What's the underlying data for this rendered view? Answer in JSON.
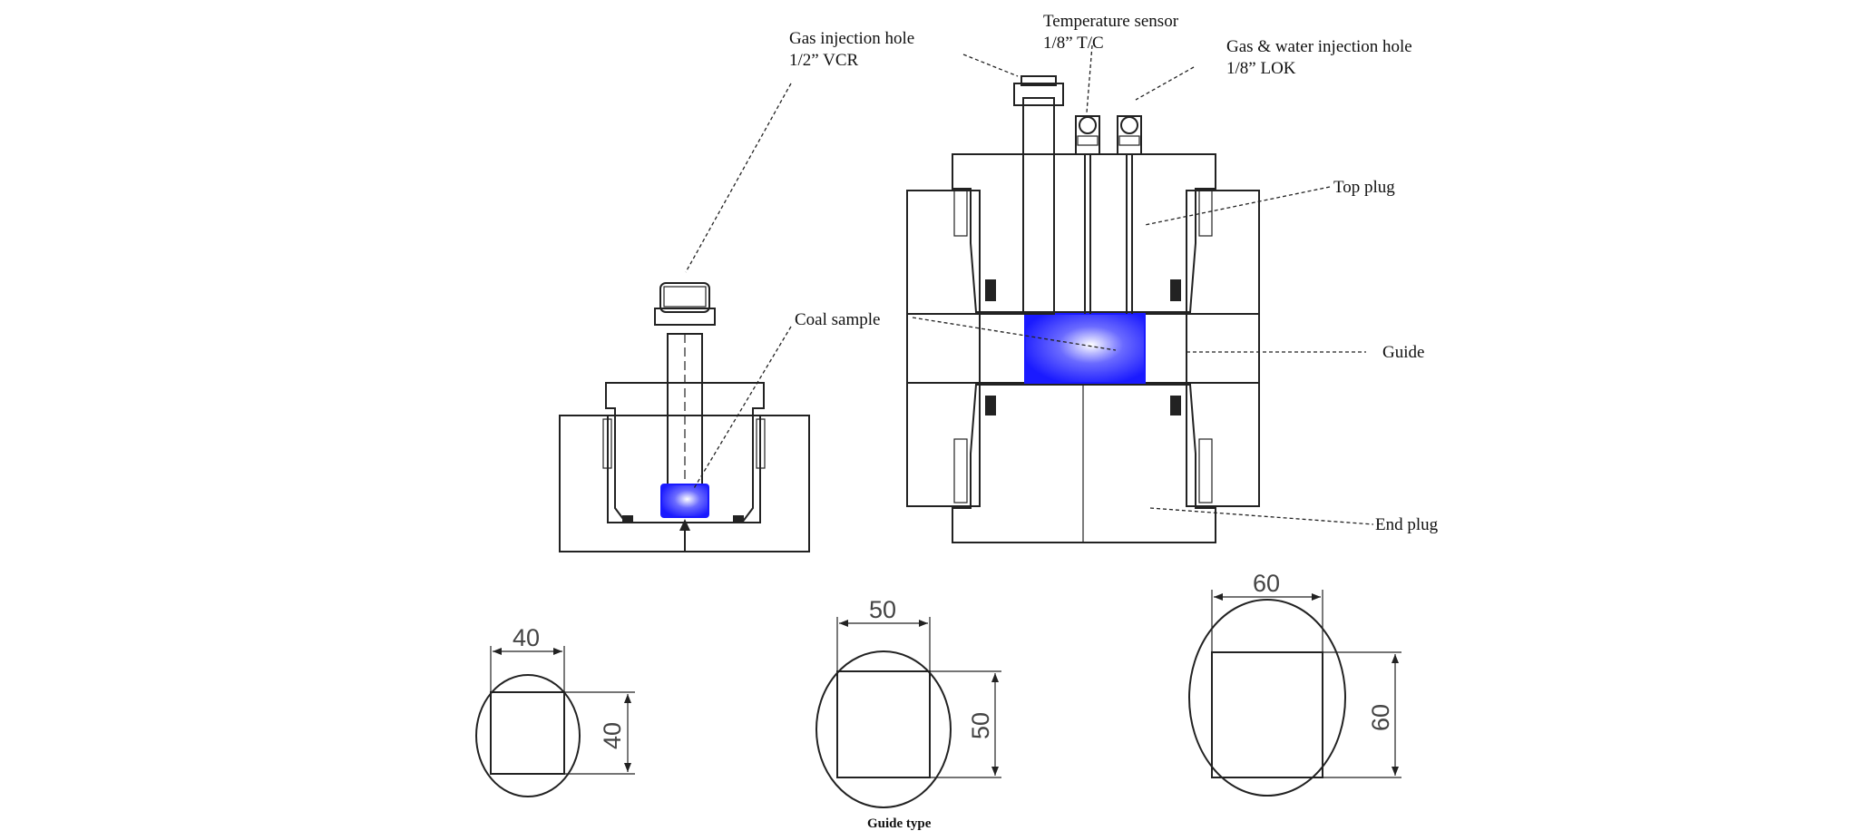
{
  "labels": {
    "gas_injection_hole": "Gas injection hole",
    "gas_injection_hole_spec": "1/2” VCR",
    "temperature_sensor": "Temperature sensor",
    "temperature_sensor_spec": "1/8” T/C",
    "gas_water_injection_hole": "Gas & water injection hole",
    "gas_water_injection_hole_spec": "1/8” LOK",
    "top_plug": "Top plug",
    "coal_sample": "Coal sample",
    "guide": "Guide",
    "end_plug": "End plug"
  },
  "guide_types": [
    {
      "width": "40",
      "height": "40"
    },
    {
      "width": "50",
      "height": "50"
    },
    {
      "width": "60",
      "height": "60"
    }
  ],
  "caption": "Guide type",
  "colors": {
    "sample_blue": "#1a1aff",
    "line": "#222222"
  }
}
